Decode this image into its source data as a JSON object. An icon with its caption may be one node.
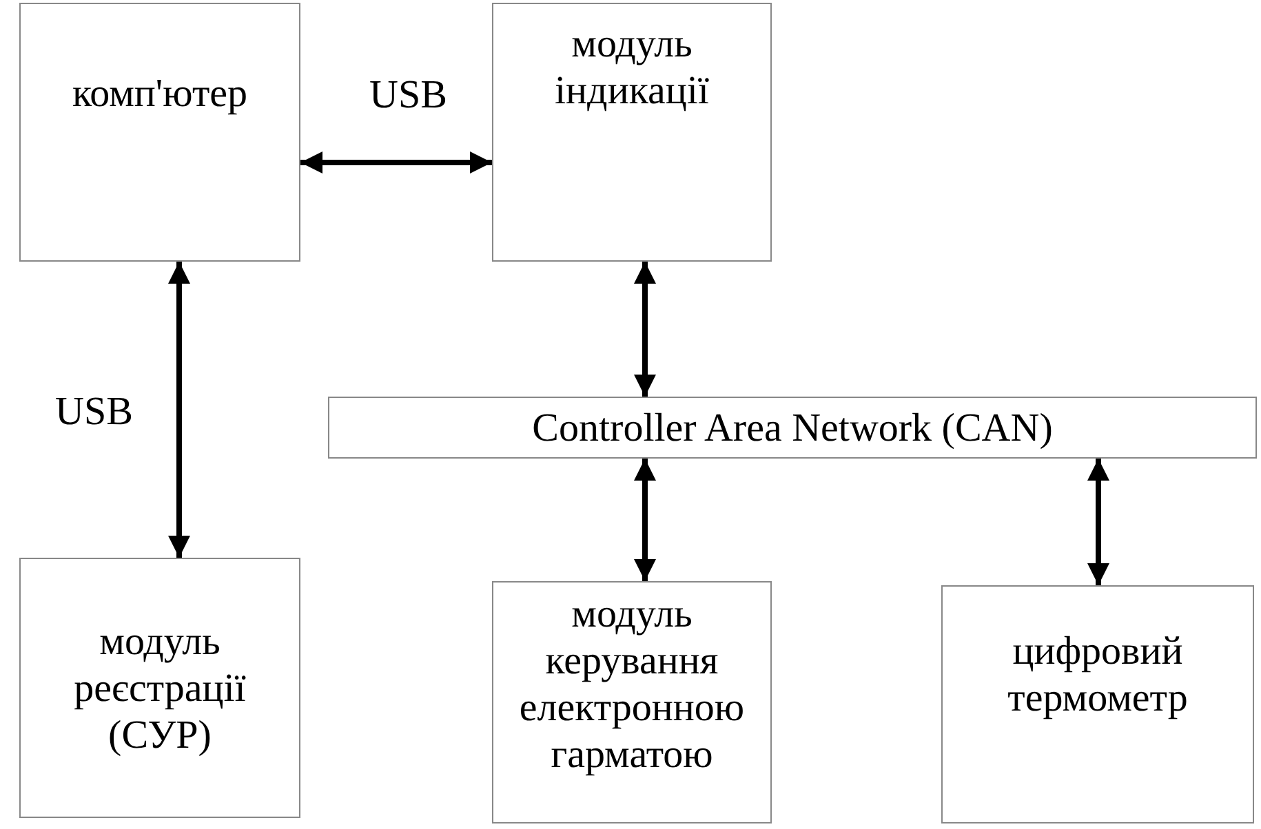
{
  "diagram": {
    "nodes": [
      {
        "text": [
          "комп'ютер"
        ]
      },
      {
        "text": [
          "модуль індикації"
        ]
      },
      {
        "text": [
          "Controller Area Network (CAN)"
        ]
      },
      {
        "text": [
          "модуль реєстрації (СУР)"
        ]
      },
      {
        "text": [
          "модуль керування електронною гарматою"
        ]
      },
      {
        "text": [
          "цифровий термометр"
        ]
      }
    ],
    "edges": [
      {
        "from": 0,
        "to": 1,
        "arrow": "both",
        "label": "USB"
      },
      {
        "from": 0,
        "to": 3,
        "arrow": "both",
        "label": "USB"
      },
      {
        "from": 1,
        "to": 2,
        "arrow": "both"
      },
      {
        "from": 2,
        "to": 4,
        "arrow": "both"
      },
      {
        "from": 2,
        "to": 5,
        "arrow": "both"
      }
    ]
  }
}
